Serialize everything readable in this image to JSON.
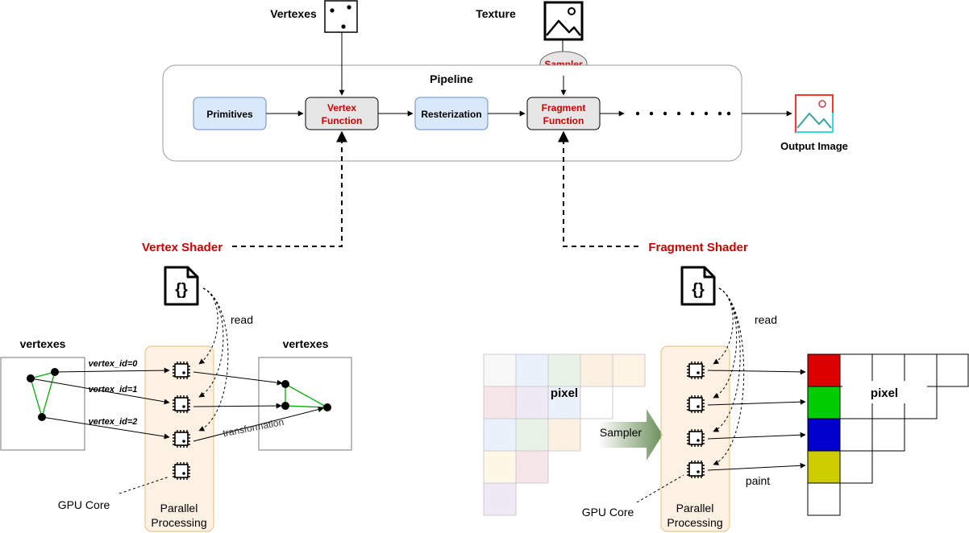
{
  "top": {
    "vertexes_label": "Vertexes",
    "texture_label": "Texture",
    "sampler_label": "Sampler",
    "output_label": "Output Image"
  },
  "pipeline": {
    "title": "Pipeline",
    "stages": {
      "primitives": "Primitives",
      "vertex_fn_1": "Vertex",
      "vertex_fn_2": "Function",
      "resterization": "Resterization",
      "fragment_fn_1": "Fragment",
      "fragment_fn_2": "Function"
    }
  },
  "vertex_shader": {
    "title": "Vertex Shader",
    "code_icon": "{}",
    "read_label": "read",
    "left_title": "vertexes",
    "right_title": "vertexes",
    "ids": [
      "vertex_id=0",
      "vertex_id=1",
      "vertex_id=2"
    ],
    "transformation_label": "transformation",
    "gpu_core_label": "GPU Core",
    "parallel_1": "Parallel",
    "parallel_2": "Processing"
  },
  "fragment_shader": {
    "title": "Fragment Shader",
    "code_icon": "{}",
    "read_label": "read",
    "pixel_label_left": "pixel",
    "pixel_label_right": "pixel",
    "sampler_label": "Sampler",
    "gpu_core_label": "GPU Core",
    "parallel_1": "Parallel",
    "parallel_2": "Processing",
    "paint_label": "paint"
  },
  "colors": {
    "accent_red": "#cc0000",
    "stage_blue_fill": "#dae8fc",
    "stage_gray_fill": "#e6e6e6",
    "parallel_fill": "#ffe6cc",
    "edge_green": "#00aa00",
    "paint_colors": [
      "#dd0000",
      "#00cc00",
      "#0000cc",
      "#cccc00"
    ]
  },
  "icons": [
    "dice-icon",
    "image-icon",
    "output-image-icon",
    "code-file-icon",
    "cpu-chip-icon"
  ]
}
